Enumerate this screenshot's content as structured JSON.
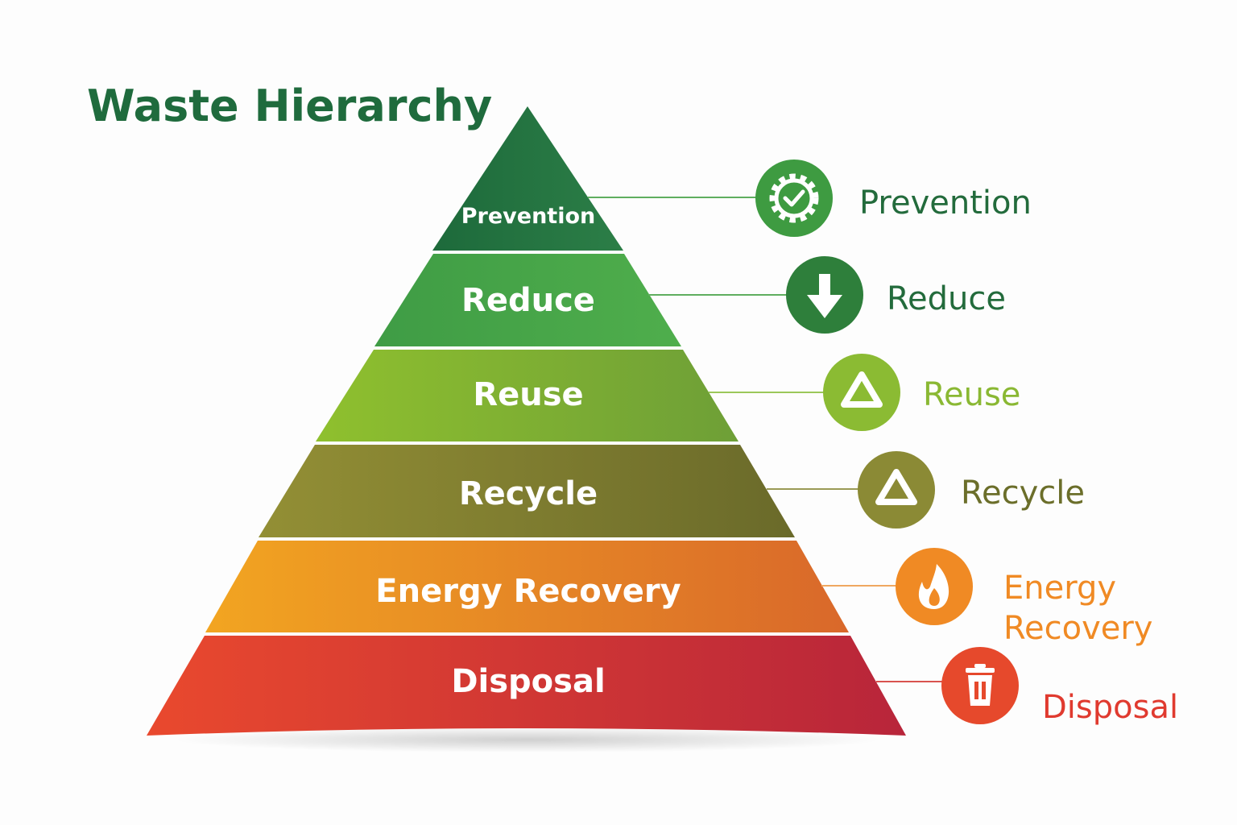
{
  "title": "Waste Hierarchy",
  "colors": {
    "title": "#1f6b3d",
    "prevention": "#236b3c",
    "reduce": "#2e7d3a",
    "reuse": "#8ab833",
    "recycle": "#6b6e2a",
    "energy_recovery": "#f08a24",
    "disposal": "#e03a2f"
  },
  "tiers": [
    {
      "label": "Prevention",
      "icon": "gear-check-icon"
    },
    {
      "label": "Reduce",
      "icon": "arrow-down-icon"
    },
    {
      "label": "Reuse",
      "icon": "recycle-icon"
    },
    {
      "label": "Recycle",
      "icon": "recycle-icon"
    },
    {
      "label": "Energy Recovery",
      "icon": "flame-icon"
    },
    {
      "label": "Disposal",
      "icon": "trash-icon"
    }
  ],
  "side_labels": {
    "prevention": "Prevention",
    "reduce": "Reduce",
    "reuse": "Reuse",
    "recycle": "Recycle",
    "energy_line1": "Energy",
    "energy_line2": "Recovery",
    "disposal": "Disposal"
  }
}
